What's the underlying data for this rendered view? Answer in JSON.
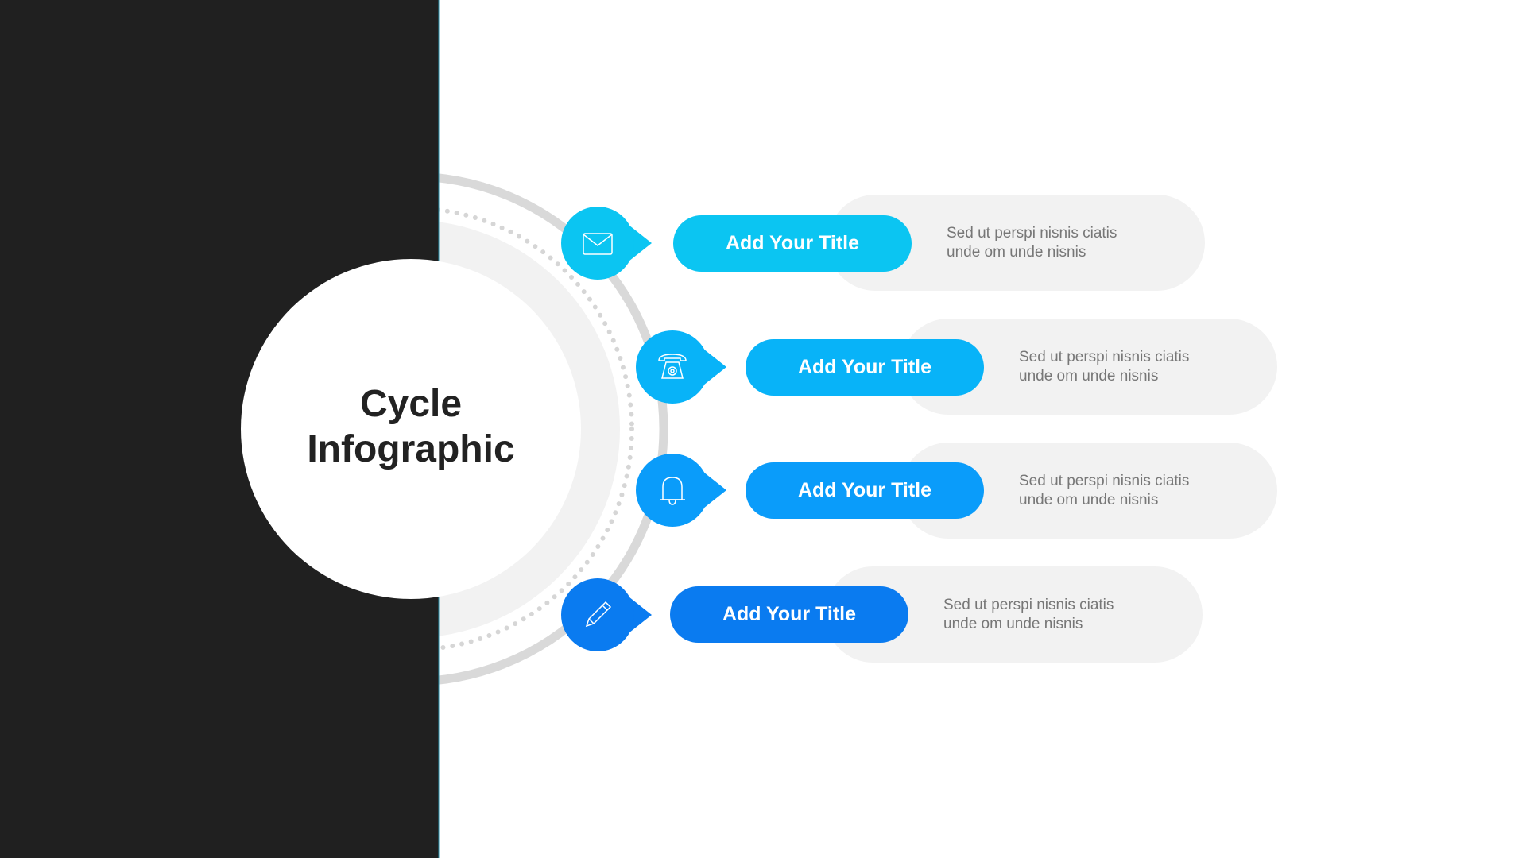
{
  "title": {
    "line1": "Cycle",
    "line2": "Infographic"
  },
  "colors": {
    "panel": "#202020",
    "ring": "#d9d9d9",
    "inner": "#f2f2f2"
  },
  "items": [
    {
      "icon": "envelope-icon",
      "title": "Add Your Title",
      "desc1": "Sed ut perspi nisnis ciatis",
      "desc2": "unde om unde nisnis",
      "color": "#0BC5F2"
    },
    {
      "icon": "telephone-icon",
      "title": "Add Your Title",
      "desc1": "Sed ut perspi nisnis ciatis",
      "desc2": "unde om unde nisnis",
      "color": "#08B3F8"
    },
    {
      "icon": "bell-icon",
      "title": "Add Your Title",
      "desc1": "Sed ut perspi nisnis ciatis",
      "desc2": "unde om unde nisnis",
      "color": "#0A9CFA"
    },
    {
      "icon": "pencil-icon",
      "title": "Add Your Title",
      "desc1": "Sed ut perspi nisnis ciatis",
      "desc2": "unde om unde nisnis",
      "color": "#0A7BF0"
    }
  ]
}
